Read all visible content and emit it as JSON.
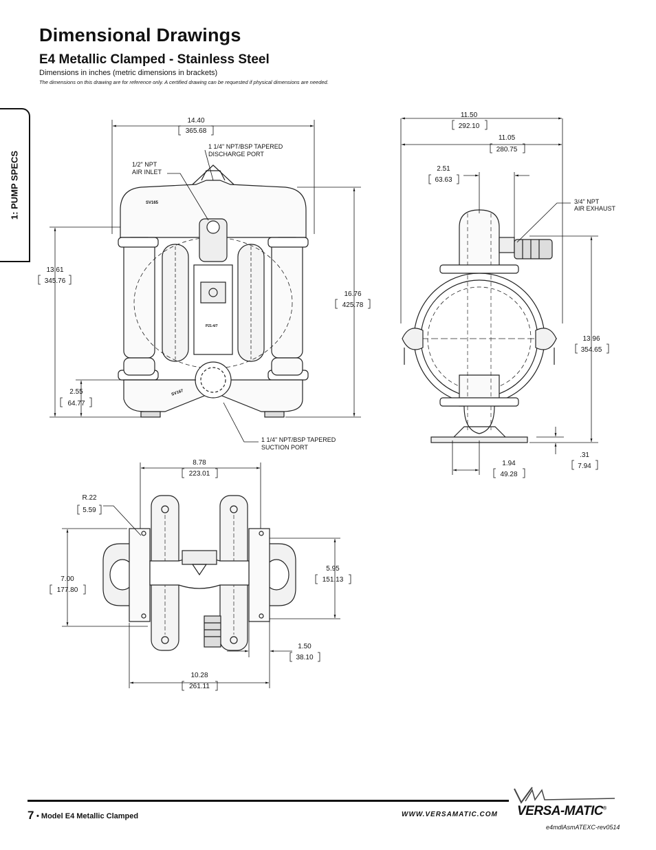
{
  "header": {
    "title": "Dimensional Drawings",
    "subtitle": "E4 Metallic Clamped - Stainless Steel",
    "note_units": "Dimensions in inches (metric dimensions in brackets)",
    "note_reference": "The dimensions on this drawing are for reference only.  A certified drawing can be requested if physical dimensions are needed."
  },
  "side_tab": {
    "label": "1: PUMP SPECS"
  },
  "front_view": {
    "width": {
      "in": "14.40",
      "mm": "365.68"
    },
    "height_overall": {
      "in": "16.76",
      "mm": "425.78"
    },
    "height_discharge": {
      "in": "13.61",
      "mm": "345.76"
    },
    "height_suction": {
      "in": "2.55",
      "mm": "64.77"
    },
    "discharge_port": [
      "1 1/4\" NPT/BSP TAPERED",
      "DISCHARGE PORT"
    ],
    "air_inlet": [
      "1/2\" NPT",
      "AIR INLET"
    ],
    "suction_port": [
      "1 1/4\" NPT/BSP TAPERED",
      "SUCTION PORT"
    ],
    "part_marks": [
      "SV165",
      "SV167",
      "P21-4/7"
    ]
  },
  "side_view": {
    "width_overall": {
      "in": "11.50",
      "mm": "292.10"
    },
    "width_clamp": {
      "in": "11.05",
      "mm": "280.75"
    },
    "offset_top": {
      "in": "2.51",
      "mm": "63.63"
    },
    "height": {
      "in": "13.96",
      "mm": "354.65"
    },
    "base_offset": {
      "in": "1.94",
      "mm": "49.28"
    },
    "base_thickness": {
      "in": ".31",
      "mm": "7.94"
    },
    "air_exhaust": [
      "3/4\" NPT",
      "AIR EXHAUST"
    ]
  },
  "top_view": {
    "width_top": {
      "in": "8.78",
      "mm": "223.01"
    },
    "radius": {
      "in": "R.22",
      "mm": "5.59"
    },
    "height_overall": {
      "in": "7.00",
      "mm": "177.80"
    },
    "height_inner": {
      "in": "5.95",
      "mm": "151.13"
    },
    "bolt_offset": {
      "in": "1.50",
      "mm": "38.10"
    },
    "width_bottom": {
      "in": "10.28",
      "mm": "261.11"
    }
  },
  "footer": {
    "page_number": "7",
    "model": "• Model E4 Metallic Clamped",
    "website": "WWW.VERSAMATIC.COM",
    "brand": "VERSA-MATIC",
    "registered": "®",
    "revision": "e4mdlAsmATEXC-rev0514"
  }
}
